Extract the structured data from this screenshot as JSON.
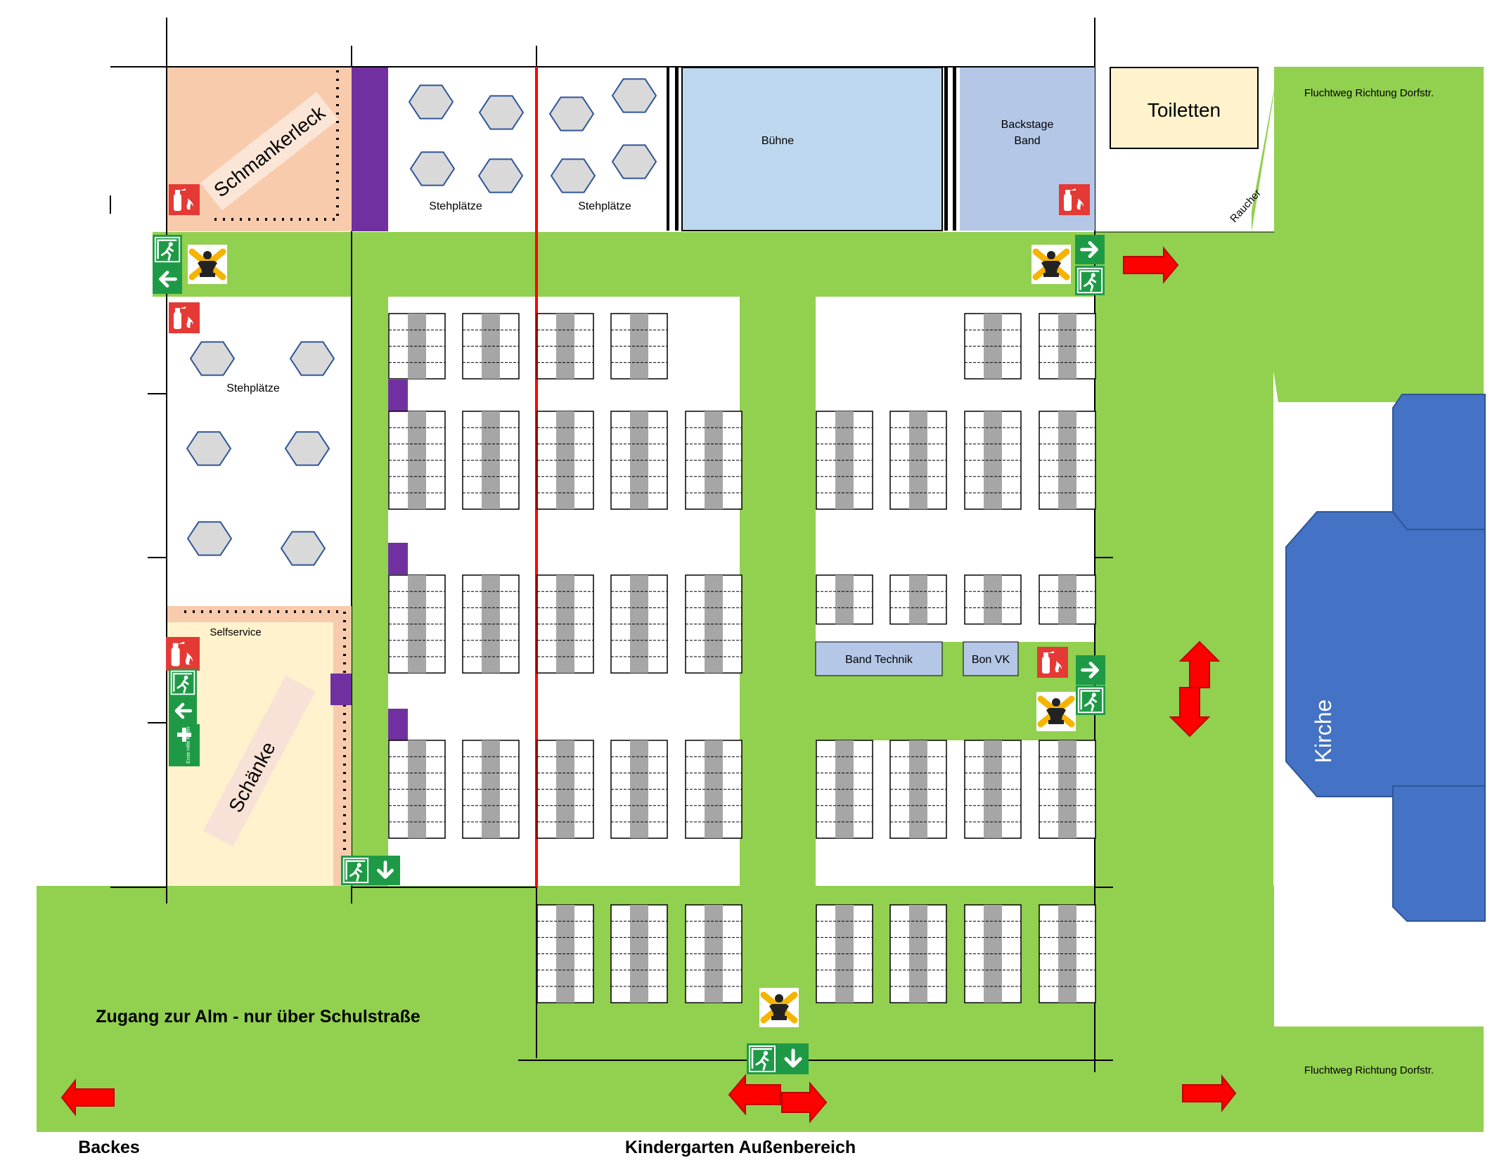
{
  "labels": {
    "schmankerleck": "Schmankerleck",
    "stehplaetze": "Stehplätze",
    "buehne": "Bühne",
    "backstage_line1": "Backstage",
    "backstage_line2": "Band",
    "toiletten": "Toiletten",
    "fluchtweg_top": "Fluchtweg Richtung Dorfstr.",
    "fluchtweg_bottom": "Fluchtweg Richtung Dorfstr.",
    "raucher": "Raucher",
    "selfservice": "Selfservice",
    "schaenke": "Schänke",
    "band_technik": "Band Technik",
    "bon_vk": "Bon VK",
    "kirche": "Kirche",
    "zugang": "Zugang zur Alm - nur über Schulstraße",
    "backes": "Backes",
    "kindergarten": "Kindergarten Außenbereich",
    "erste_hilfe": "Erste Hilfe Koffer"
  },
  "colors": {
    "path_green": "#92d050",
    "sign_green": "#1e9a46",
    "fire_red": "#e53935",
    "arrow_red": "#ff0000",
    "stage_blue": "#bdd7ee",
    "backstage_blue": "#b4c7e7",
    "church_blue": "#4472c4",
    "schmankerleck_fill": "#f8cbad",
    "schaenke_fill": "#fff2cc",
    "toiletten_fill": "#fff2cc",
    "purple": "#7030a0",
    "hexagon_fill": "#d9d9d9",
    "hexagon_stroke": "#2f5597",
    "table_stripe": "#a6a6a6"
  },
  "icons": {
    "fire_extinguisher": "fire-extinguisher-icon",
    "emergency_exit": "emergency-exit-icon",
    "assembly_point": "assembly-point-icon",
    "first_aid": "first-aid-kit-icon",
    "escape_arrow": "escape-arrow-icon"
  }
}
